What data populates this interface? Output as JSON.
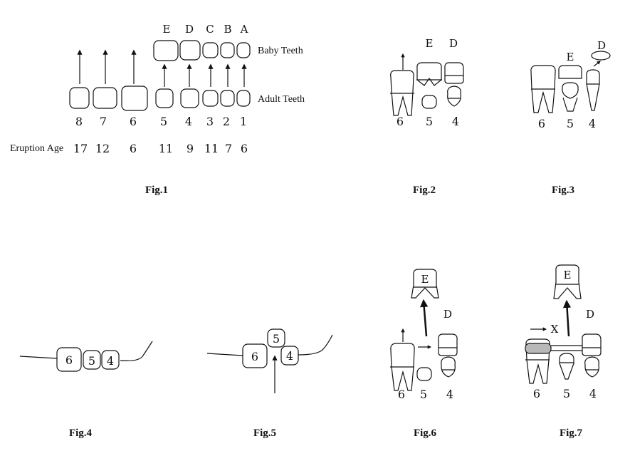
{
  "fig1": {
    "caption": "Fig.1",
    "baby_label": "Baby Teeth",
    "adult_label": "Adult Teeth",
    "eruption_label": "Eruption Age",
    "baby_letters": [
      "E",
      "D",
      "C",
      "B",
      "A"
    ],
    "adult_numbers": [
      "8",
      "7",
      "6",
      "5",
      "4",
      "3",
      "2",
      "1"
    ],
    "eruption_ages": [
      "17",
      "12",
      "6",
      "11",
      "9",
      "11",
      "7",
      "6"
    ]
  },
  "fig2": {
    "caption": "Fig.2",
    "letters": [
      "E",
      "D"
    ],
    "numbers": [
      "6",
      "5",
      "4"
    ]
  },
  "fig3": {
    "caption": "Fig.3",
    "letters": [
      "E",
      "D"
    ],
    "numbers": [
      "6",
      "5",
      "4"
    ]
  },
  "fig4": {
    "caption": "Fig.4",
    "numbers": [
      "6",
      "5",
      "4"
    ]
  },
  "fig5": {
    "caption": "Fig.5",
    "numbers": [
      "6",
      "5",
      "4"
    ]
  },
  "fig6": {
    "caption": "Fig.6",
    "letters": [
      "E",
      "D"
    ],
    "numbers": [
      "6",
      "5",
      "4"
    ]
  },
  "fig7": {
    "caption": "Fig.7",
    "letters": [
      "E",
      "D"
    ],
    "numbers": [
      "6",
      "5",
      "4"
    ],
    "blocked_mark": "X"
  }
}
